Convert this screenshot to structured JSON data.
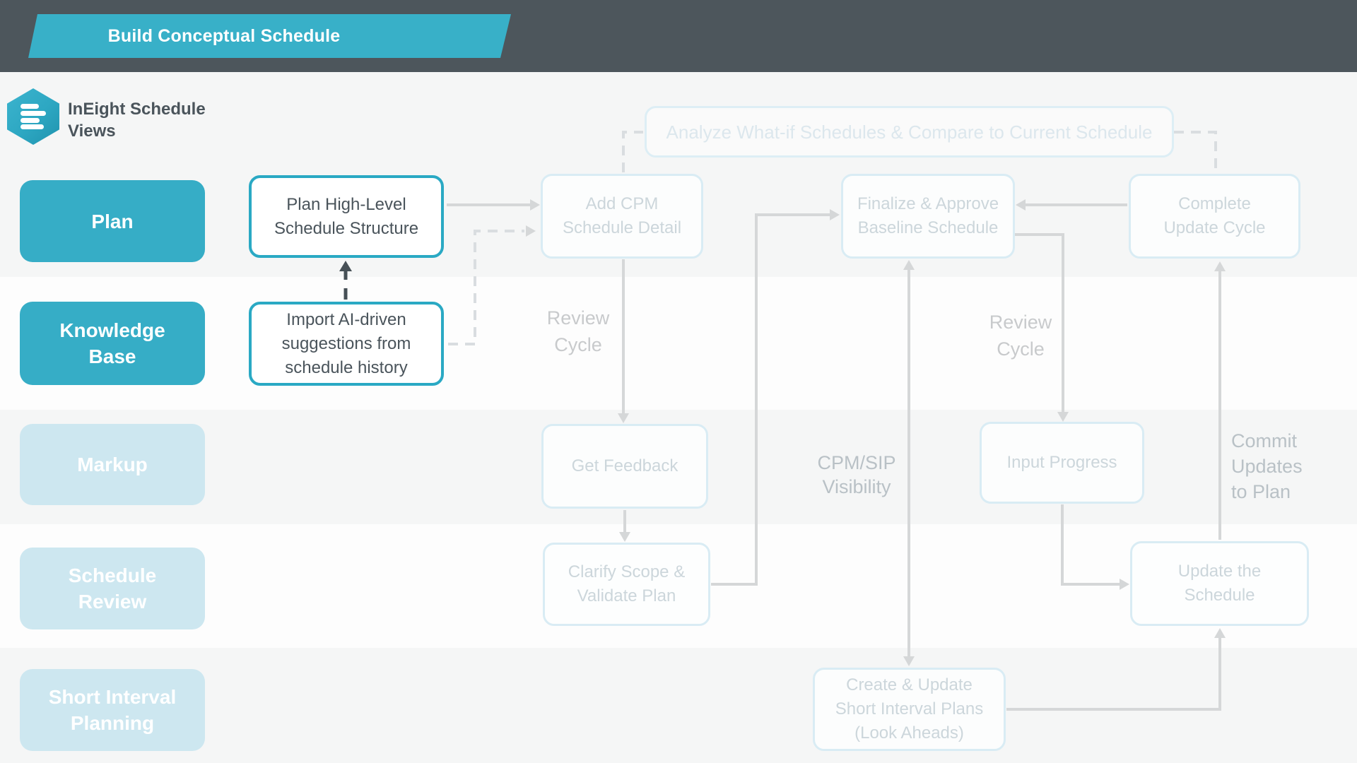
{
  "header": {
    "banner_title": "Build Conceptual Schedule"
  },
  "logo": {
    "title": "InEight Schedule\nViews"
  },
  "lanes": [
    {
      "id": "plan",
      "label": "Plan",
      "state": "active"
    },
    {
      "id": "knowledge-base",
      "label": "Knowledge\nBase",
      "state": "active"
    },
    {
      "id": "markup",
      "label": "Markup",
      "state": "faded"
    },
    {
      "id": "schedule-review",
      "label": "Schedule\nReview",
      "state": "faded"
    },
    {
      "id": "short-interval-planning",
      "label": "Short Interval\nPlanning",
      "state": "faded"
    }
  ],
  "nodes": [
    {
      "id": "analyze-what-if",
      "label": "Analyze What-if Schedules & Compare to Current Schedule",
      "state": "ghost"
    },
    {
      "id": "plan-high-level",
      "label": "Plan High-Level\nSchedule Structure",
      "state": "active"
    },
    {
      "id": "add-cpm",
      "label": "Add CPM\nSchedule Detail",
      "state": "faded"
    },
    {
      "id": "finalize-approve",
      "label": "Finalize & Approve\nBaseline Schedule",
      "state": "faded"
    },
    {
      "id": "complete-update-cycle",
      "label": "Complete\nUpdate Cycle",
      "state": "faded"
    },
    {
      "id": "import-ai",
      "label": "Import AI-driven\nsuggestions from\nschedule history",
      "state": "active"
    },
    {
      "id": "get-feedback",
      "label": "Get Feedback",
      "state": "faded"
    },
    {
      "id": "input-progress",
      "label": "Input Progress",
      "state": "faded"
    },
    {
      "id": "clarify-scope",
      "label": "Clarify Scope &\nValidate Plan",
      "state": "faded"
    },
    {
      "id": "update-schedule",
      "label": "Update the\nSchedule",
      "state": "faded"
    },
    {
      "id": "create-update-sip",
      "label": "Create & Update\nShort Interval Plans\n(Look Aheads)",
      "state": "faded"
    }
  ],
  "labels": {
    "review_cycle_left": "Review\nCycle",
    "review_cycle_right": "Review\nCycle",
    "cpm_sip": "CPM/SIP\nVisibility",
    "commit": "Commit\nUpdates\nto Plan"
  },
  "edges": [
    {
      "from": "plan-high-level",
      "to": "add-cpm",
      "style": "solid"
    },
    {
      "from": "import-ai",
      "to": "plan-high-level",
      "style": "dashed-dark"
    },
    {
      "from": "import-ai",
      "to": "add-cpm",
      "style": "dashed"
    },
    {
      "from": "add-cpm",
      "to": "analyze-what-if",
      "style": "dashed"
    },
    {
      "from": "analyze-what-if",
      "to": "complete-update-cycle",
      "style": "dashed"
    },
    {
      "from": "add-cpm",
      "to": "get-feedback",
      "style": "solid",
      "label": "Review Cycle"
    },
    {
      "from": "get-feedback",
      "to": "clarify-scope",
      "style": "solid"
    },
    {
      "from": "clarify-scope",
      "to": "finalize-approve",
      "style": "solid"
    },
    {
      "from": "complete-update-cycle",
      "to": "finalize-approve",
      "style": "solid"
    },
    {
      "from": "finalize-approve",
      "to": "input-progress",
      "style": "solid",
      "label": "Review Cycle"
    },
    {
      "from": "input-progress",
      "to": "update-schedule",
      "style": "solid"
    },
    {
      "from": "create-update-sip",
      "to": "update-schedule",
      "style": "solid"
    },
    {
      "from": "update-schedule",
      "to": "complete-update-cycle",
      "style": "solid",
      "label": "Commit Updates to Plan"
    },
    {
      "from": "finalize-approve",
      "to": "create-update-sip",
      "style": "solid-double-arrow",
      "label": "CPM/SIP Visibility"
    }
  ],
  "colors": {
    "c-header": "#4d565c",
    "c-banner": "#38b0c8",
    "c-teal": "#36adc6",
    "c-teal-border": "#2aa9c4",
    "c-lane-faded": "#cde7f0",
    "c-box-border-faded": "#d9ecf4",
    "c-box-text-faded": "#ccd6db",
    "c-ghost-border": "#ddeef5",
    "c-ghost-text": "#dce7ed",
    "c-band-gray": "#f5f6f6",
    "c-band-white": "#fdfdfd",
    "c-arrow": "#d5d7d8",
    "c-dash": "#d9dde0",
    "c-dark-arrow": "#465056",
    "c-text-dark": "#4a545b",
    "c-label-gray": "#c8cacc",
    "c-label-gray2": "#b9c1c6"
  }
}
